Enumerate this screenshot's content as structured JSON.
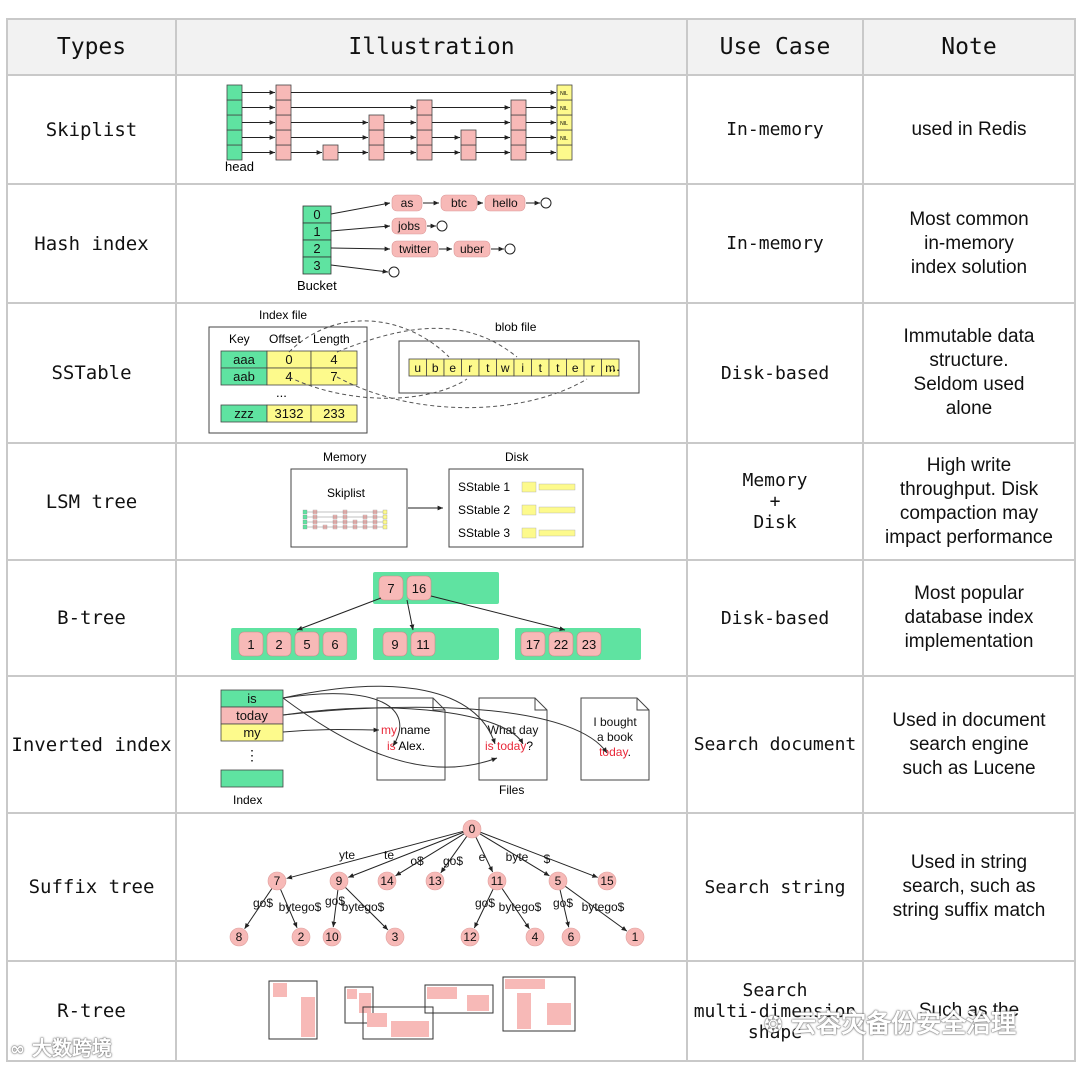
{
  "headers": {
    "types": "Types",
    "illustration": "Illustration",
    "use_case": "Use Case",
    "note": "Note"
  },
  "rows": [
    {
      "type": "Skiplist",
      "use": "In-memory",
      "note": "used in Redis"
    },
    {
      "type": "Hash index",
      "use": "In-memory",
      "note": "Most common\nin-memory\nindex solution"
    },
    {
      "type": "SSTable",
      "use": "Disk-based",
      "note": "Immutable data\nstructure.\nSeldom used\nalone"
    },
    {
      "type": "LSM tree",
      "use": "Memory\n+\nDisk",
      "note": "High write\nthroughput. Disk\ncompaction may\nimpact performance"
    },
    {
      "type": "B-tree",
      "use": "Disk-based",
      "note": "Most popular\ndatabase index\nimplementation"
    },
    {
      "type": "Inverted index",
      "use": "Search document",
      "note": "Used in document\nsearch engine\nsuch as Lucene"
    },
    {
      "type": "Suffix tree",
      "use": "Search string",
      "note": "Used in string\nsearch, such as\nstring suffix match"
    },
    {
      "type": "R-tree",
      "use": "Search\nmulti-dimension\nshape",
      "note": "Such as the"
    }
  ],
  "skiplist": {
    "head": "head",
    "nil": "NIL"
  },
  "hash": {
    "buckets": [
      "0",
      "1",
      "2",
      "3"
    ],
    "bucket_label": "Bucket",
    "chain0": [
      "as",
      "btc",
      "hello"
    ],
    "chain1": [
      "jobs"
    ],
    "chain2": [
      "twitter",
      "uber"
    ]
  },
  "sstable": {
    "index_file": "Index file",
    "blob_file": "blob file",
    "col_key": "Key",
    "col_offset": "Offset",
    "col_length": "Length",
    "rows": [
      [
        "aaa",
        "0",
        "4"
      ],
      [
        "aab",
        "4",
        "7"
      ],
      [
        "zzz",
        "3132",
        "233"
      ]
    ],
    "ellipsis": "...",
    "blob": [
      "u",
      "b",
      "e",
      "r",
      "t",
      "w",
      "i",
      "t",
      "t",
      "e",
      "r",
      "m"
    ],
    "blob_more": "..."
  },
  "lsm": {
    "memory": "Memory",
    "disk": "Disk",
    "skiplist": "Skiplist",
    "sstables": [
      "SStable 1",
      "SStable 2",
      "SStable 3"
    ]
  },
  "btree": {
    "root": [
      "7",
      "16"
    ],
    "leaves": [
      [
        "1",
        "2",
        "5",
        "6"
      ],
      [
        "9",
        "11"
      ],
      [
        "17",
        "22",
        "23"
      ]
    ]
  },
  "inverted": {
    "terms": [
      "is",
      "today",
      "my"
    ],
    "dots": "⋮",
    "index_label": "Index",
    "files_label": "Files",
    "doc1": [
      "my",
      " name",
      "is",
      " Alex."
    ],
    "doc2": [
      "What day",
      "is today",
      "?"
    ],
    "doc3": [
      "I bought",
      "a book",
      "today",
      "."
    ]
  },
  "suffix": {
    "nodes": [
      "0",
      "7",
      "9",
      "14",
      "13",
      "11",
      "5",
      "15",
      "8",
      "2",
      "10",
      "3",
      "12",
      "4",
      "6",
      "1"
    ],
    "edges": [
      "yte",
      "te",
      "o$",
      "go$",
      "e",
      "byte",
      "$",
      "go$",
      "bytego$",
      "go$",
      "bytego$",
      "go$",
      "bytego$",
      "go$",
      "bytego$"
    ]
  },
  "watermarks": {
    "left": "大数跨境",
    "right": "云容灾备份安全治理"
  },
  "colors": {
    "green": "#5fe3a1",
    "pink": "#f7b9b7",
    "yellow": "#fdfa8c",
    "red": "#e8293a",
    "grid": "#c9c9c9"
  }
}
